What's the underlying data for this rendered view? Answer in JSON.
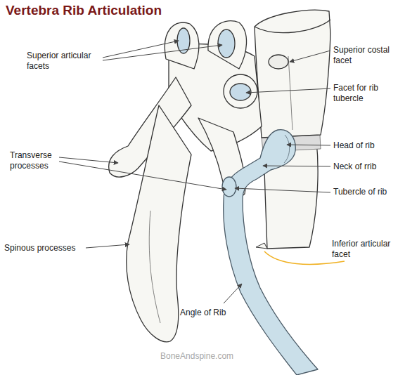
{
  "diagram": {
    "title": "Vertebra Rib Articulation",
    "labels": [
      "Superior articular facets",
      "Superior costal facet",
      "Facet for rib tubercle",
      "Transverse processes",
      "Head of rib",
      "Neck of rrib",
      "Tubercle of rib",
      "Spinous processes",
      "Inferior articular facet",
      "Angle of Rib",
      "BoneAndspine.com"
    ]
  }
}
